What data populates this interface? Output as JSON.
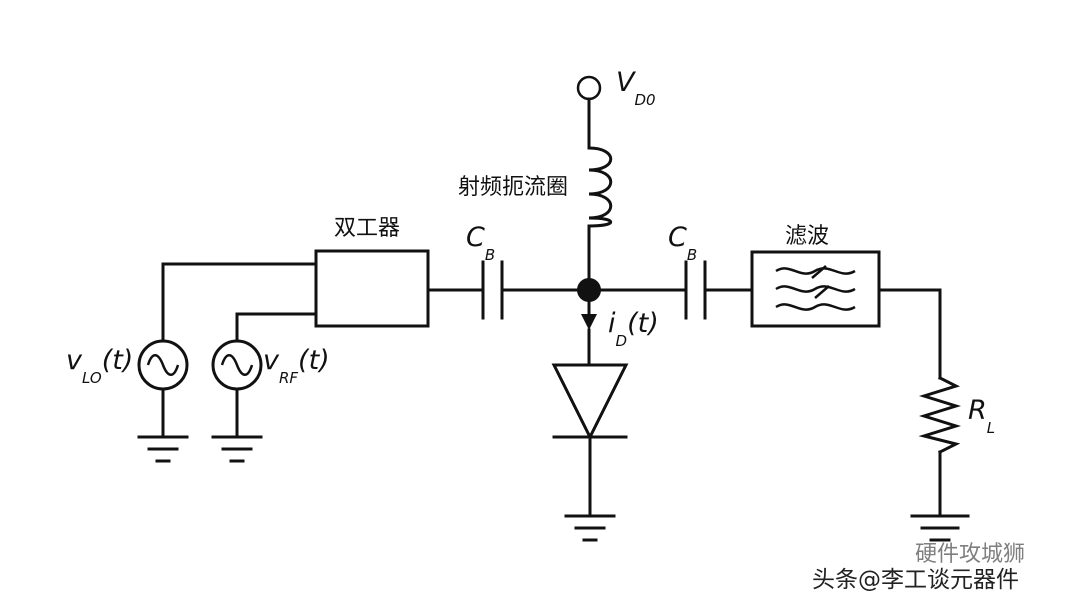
{
  "labels": {
    "vdo": {
      "main": "V",
      "sub": "D0"
    },
    "choke": "射频扼流圈",
    "duplexer": "双工器",
    "cb_left": {
      "main": "C",
      "sub": "B"
    },
    "cb_right": {
      "main": "C",
      "sub": "B"
    },
    "filter": "滤波",
    "current": {
      "main": "i",
      "sub": "D",
      "tail": "(t)"
    },
    "vlo": {
      "main": "v",
      "sub": "LO",
      "tail": "(t)"
    },
    "vrf": {
      "main": "v",
      "sub": "RF",
      "tail": "(t)"
    },
    "rl": {
      "main": "R",
      "sub": "L"
    }
  },
  "watermark": {
    "line1": "硬件攻城狮",
    "line2_prefix": "头条",
    "line2": "@李工谈元器件"
  },
  "colors": {
    "wire": "#111111",
    "background": "#ffffff"
  }
}
